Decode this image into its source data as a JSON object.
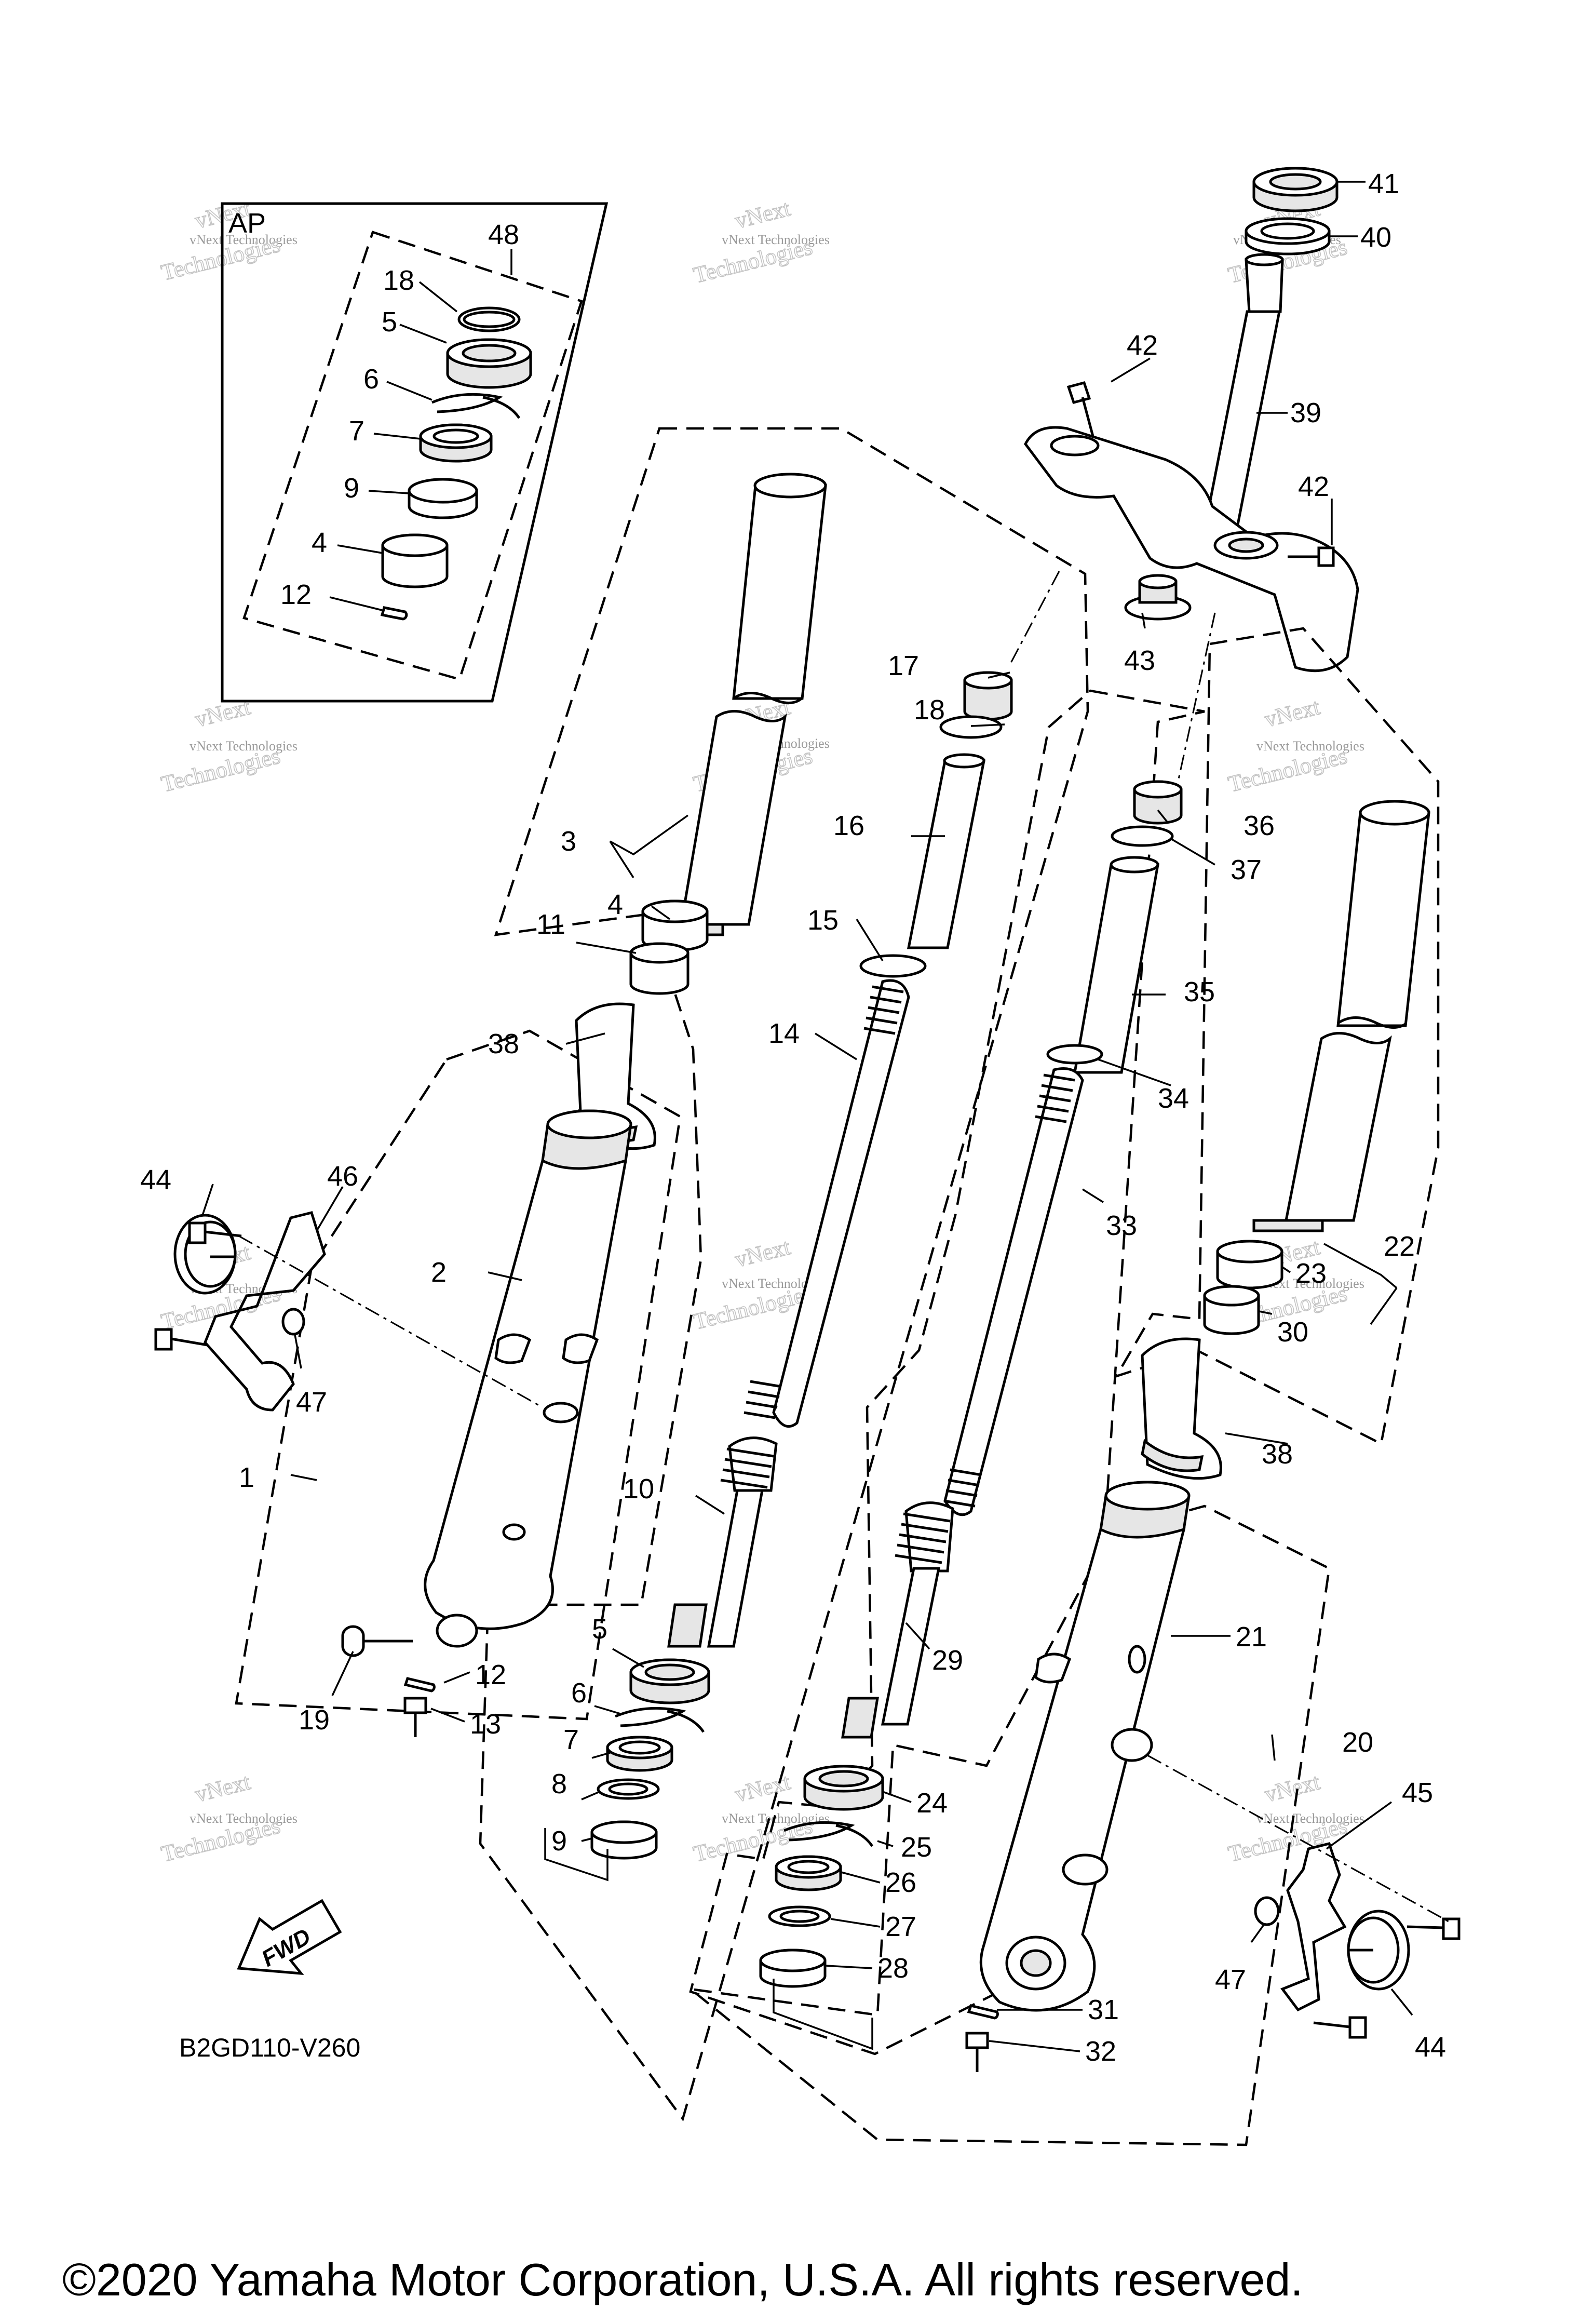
{
  "diagram": {
    "callouts": [
      {
        "id": "48",
        "text": "48"
      },
      {
        "id": "18a",
        "text": "18"
      },
      {
        "id": "5a",
        "text": "5"
      },
      {
        "id": "6a",
        "text": "6"
      },
      {
        "id": "7a",
        "text": "7"
      },
      {
        "id": "9a",
        "text": "9"
      },
      {
        "id": "4a",
        "text": "4"
      },
      {
        "id": "12a",
        "text": "12"
      },
      {
        "id": "41",
        "text": "41"
      },
      {
        "id": "40",
        "text": "40"
      },
      {
        "id": "42a",
        "text": "42"
      },
      {
        "id": "39",
        "text": "39"
      },
      {
        "id": "42b",
        "text": "42"
      },
      {
        "id": "43",
        "text": "43"
      },
      {
        "id": "17",
        "text": "17"
      },
      {
        "id": "18b",
        "text": "18"
      },
      {
        "id": "16",
        "text": "16"
      },
      {
        "id": "36",
        "text": "36"
      },
      {
        "id": "37",
        "text": "37"
      },
      {
        "id": "3",
        "text": "3"
      },
      {
        "id": "4b",
        "text": "4"
      },
      {
        "id": "11",
        "text": "11"
      },
      {
        "id": "15",
        "text": "15"
      },
      {
        "id": "35",
        "text": "35"
      },
      {
        "id": "14",
        "text": "14"
      },
      {
        "id": "34",
        "text": "34"
      },
      {
        "id": "38a",
        "text": "38"
      },
      {
        "id": "33",
        "text": "33"
      },
      {
        "id": "22",
        "text": "22"
      },
      {
        "id": "23",
        "text": "23"
      },
      {
        "id": "30",
        "text": "30"
      },
      {
        "id": "44a",
        "text": "44"
      },
      {
        "id": "46",
        "text": "46"
      },
      {
        "id": "2",
        "text": "2"
      },
      {
        "id": "47a",
        "text": "47"
      },
      {
        "id": "38b",
        "text": "38"
      },
      {
        "id": "1",
        "text": "1"
      },
      {
        "id": "10",
        "text": "10"
      },
      {
        "id": "5b",
        "text": "5"
      },
      {
        "id": "29",
        "text": "29"
      },
      {
        "id": "21",
        "text": "21"
      },
      {
        "id": "12b",
        "text": "12"
      },
      {
        "id": "19",
        "text": "19"
      },
      {
        "id": "6b",
        "text": "6"
      },
      {
        "id": "13",
        "text": "13"
      },
      {
        "id": "7b",
        "text": "7"
      },
      {
        "id": "20",
        "text": "20"
      },
      {
        "id": "8",
        "text": "8"
      },
      {
        "id": "24",
        "text": "24"
      },
      {
        "id": "9b",
        "text": "9"
      },
      {
        "id": "45",
        "text": "45"
      },
      {
        "id": "25",
        "text": "25"
      },
      {
        "id": "26",
        "text": "26"
      },
      {
        "id": "27",
        "text": "27"
      },
      {
        "id": "47b",
        "text": "47"
      },
      {
        "id": "28",
        "text": "28"
      },
      {
        "id": "31",
        "text": "31"
      },
      {
        "id": "44b",
        "text": "44"
      },
      {
        "id": "32",
        "text": "32"
      }
    ],
    "ap_label": "AP",
    "fwd_label": "FWD",
    "diagram_code": "B2GD110-V260",
    "watermark_small": "vNext Technologies",
    "watermark_big": "Technologies",
    "watermark_top": "vNext"
  },
  "footer": {
    "copyright": "©2020 Yamaha Motor Corporation, U.S.A. All rights reserved."
  }
}
